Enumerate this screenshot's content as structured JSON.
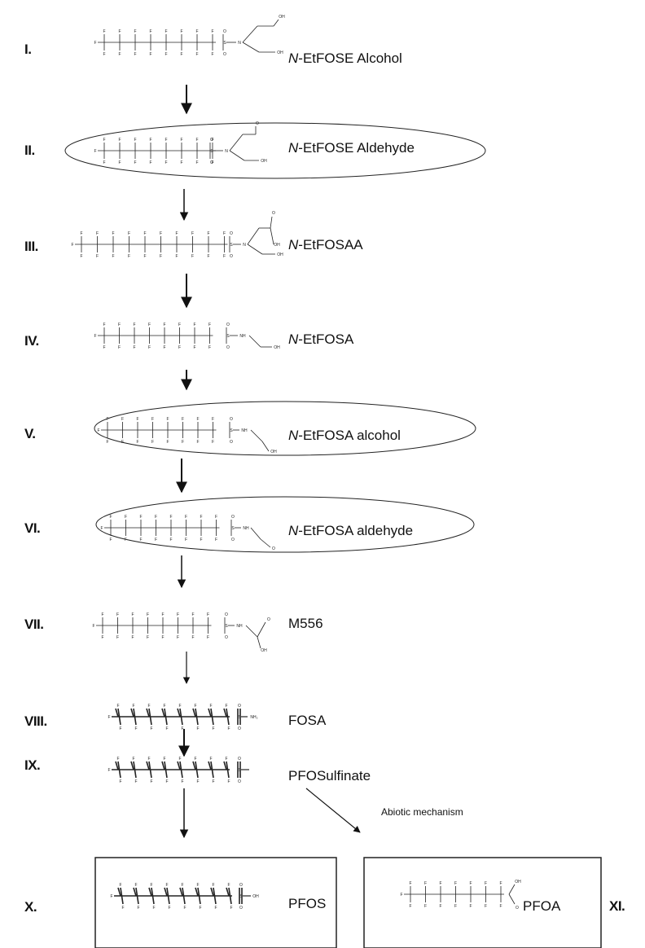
{
  "steps": [
    {
      "label": "I.",
      "prefix": "N",
      "name": "-EtFOSE Alcohol"
    },
    {
      "label": "II.",
      "prefix": "N",
      "name": "-EtFOSE Aldehyde"
    },
    {
      "label": "III.",
      "prefix": "N",
      "name": "-EtFOSAA"
    },
    {
      "label": "IV.",
      "prefix": "N",
      "name": "-EtFOSA"
    },
    {
      "label": "V.",
      "prefix": "N",
      "name": "-EtFOSA alcohol"
    },
    {
      "label": "VI.",
      "prefix": "N",
      "name": "-EtFOSA aldehyde"
    },
    {
      "label": "VII.",
      "prefix": "",
      "name": "M556"
    },
    {
      "label": "VIII.",
      "prefix": "",
      "name": "FOSA"
    },
    {
      "label": "IX.",
      "prefix": "",
      "name": "PFOSulfinate"
    },
    {
      "label": "X.",
      "prefix": "",
      "name": "PFOS"
    },
    {
      "label": "XI.",
      "prefix": "",
      "name": "PFOA"
    }
  ],
  "annotations": {
    "abiotic": "Abiotic mechanism"
  },
  "atom_labels": {
    "F": "F",
    "O": "O",
    "S": "S",
    "N": "N",
    "OH": "OH",
    "NH": "NH",
    "NH2": "NH₂"
  }
}
